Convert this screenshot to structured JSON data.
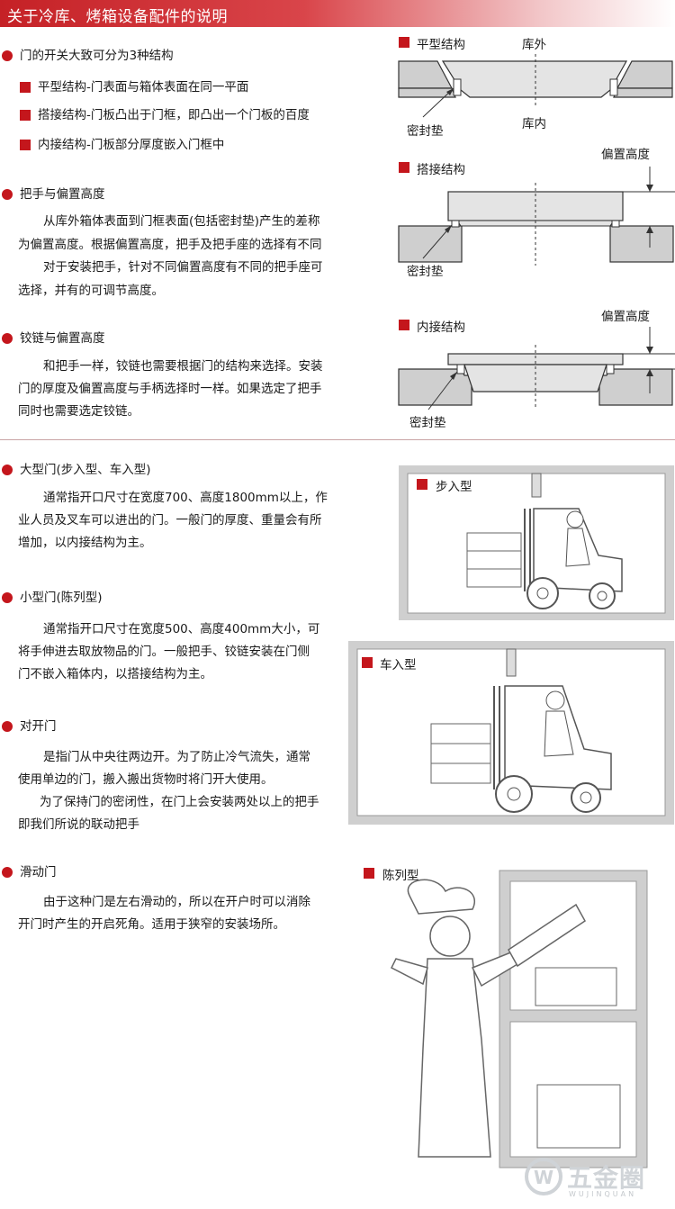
{
  "header": {
    "title": "关于冷库、烤箱设备配件的说明"
  },
  "structures": {
    "title": "门的开关大致可分为3种结构",
    "items": [
      "平型结构-门表面与箱体表面在同一平面",
      "搭接结构-门板凸出于门框，即凸出一个门板的百度",
      "内接结构-门板部分厚度嵌入门框中"
    ]
  },
  "handle": {
    "title": "把手与偏置高度",
    "lines": [
      "从库外箱体表面到门框表面(包括密封垫)产生的差称",
      "为偏置高度。根据偏置高度，把手及把手座的选择有不同",
      "对于安装把手，针对不同偏置高度有不同的把手座可",
      "选择，并有的可调节高度。"
    ]
  },
  "hinge": {
    "title": "铰链与偏置高度",
    "lines": [
      "和把手一样，铰链也需要根据门的结构来选择。安装",
      "门的厚度及偏置高度与手柄选择时一样。如果选定了把手",
      "同时也需要选定铰链。"
    ]
  },
  "large_door": {
    "title": "大型门(步入型、车入型)",
    "lines": [
      "通常指开口尺寸在宽度700、高度1800mm以上，作",
      "业人员及叉车可以进出的门。一般门的厚度、重量会有所",
      "增加，以内接结构为主。"
    ]
  },
  "small_door": {
    "title": "小型门(陈列型)",
    "lines": [
      "通常指开口尺寸在宽度500、高度400mm大小，可",
      "将手伸进去取放物品的门。一般把手、铰链安装在门侧",
      "门不嵌入箱体内，以搭接结构为主。"
    ]
  },
  "double_door": {
    "title": "对开门",
    "lines": [
      "是指门从中央往两边开。为了防止冷气流失，通常",
      "使用单边的门，搬入搬出货物时将门开大使用。",
      "为了保持门的密闭性，在门上会安装两处以上的把手",
      "即我们所说的联动把手"
    ]
  },
  "sliding_door": {
    "title": "滑动门",
    "lines": [
      "由于这种门是左右滑动的，所以在开户时可以消除",
      "开门时产生的开启死角。适用于狭窄的安装场所。"
    ]
  },
  "diagrams": {
    "flat": {
      "title": "平型结构",
      "outside": "库外",
      "inside": "库内",
      "seal": "密封垫"
    },
    "overlap": {
      "title": "搭接结构",
      "offset": "偏置高度",
      "seal": "密封垫"
    },
    "inset": {
      "title": "内接结构",
      "offset": "偏置高度",
      "seal": "密封垫"
    }
  },
  "illustrations": {
    "walk_in": "步入型",
    "drive_in": "车入型",
    "display": "陈列型"
  },
  "watermark": {
    "brand": "五金圈",
    "sub": "WUJINQUAN"
  },
  "colors": {
    "accent": "#c4161c",
    "gray_fill": "#cfcfcf",
    "line": "#333333"
  }
}
